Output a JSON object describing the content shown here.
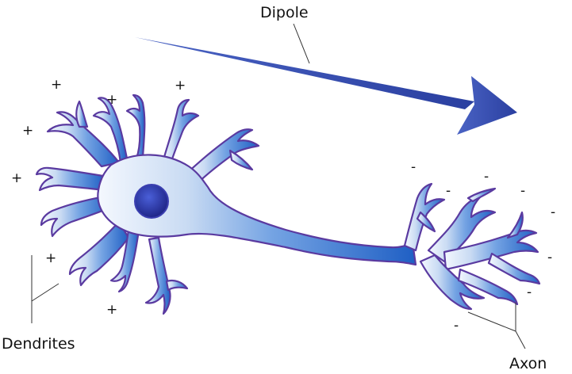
{
  "labels": {
    "dipole": "Dipole",
    "dendrites": "Dendrites",
    "axon": "Axon"
  },
  "charges": {
    "positive": [
      "+",
      "+",
      "+",
      "+",
      "+",
      "+",
      "+"
    ],
    "negative": [
      "-",
      "-",
      "-",
      "-",
      "-",
      "-",
      "-",
      "-"
    ]
  },
  "colors": {
    "dipole_arrow": "#2f48a8",
    "membrane_outline": "#5a3aa0",
    "soma_light": "#e8f0fb",
    "axon_blue": "#2e6fd0",
    "nucleus": "#2a2f98"
  }
}
